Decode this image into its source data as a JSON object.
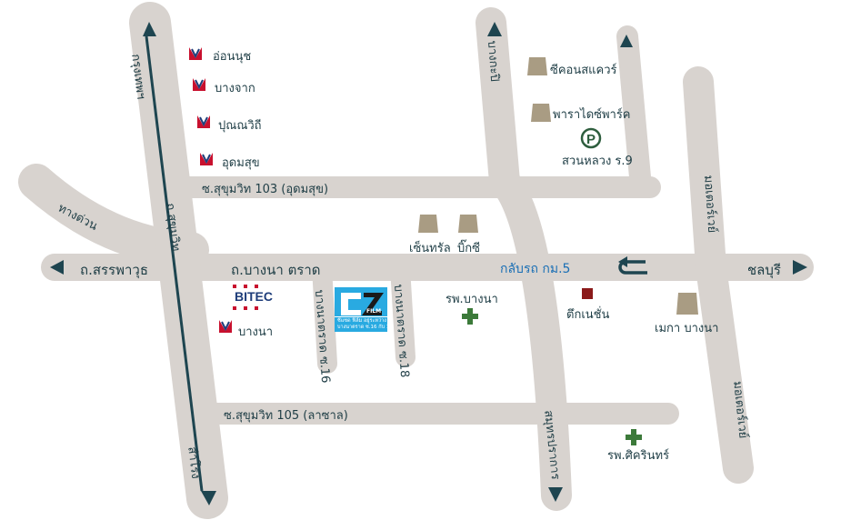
{
  "colors": {
    "road": "#d8d3cf",
    "dark": "#1e4550",
    "accent_blue": "#1a6fb5",
    "hospital": "#3c7a3a",
    "parking": "#2e5e3e",
    "bag": "#a99c83",
    "landmark": "#8b1a1a",
    "cz_blue": "#29aae1"
  },
  "roads": {
    "sukhumvit": "ถ.สุขุมวิท",
    "sanphawut": "ถ.สรรพาวุธ",
    "bangna_trad": "ถ.บางนา ตราด",
    "expressway": "ทางด่วน",
    "soi103": "ซ.สุขุมวิท 103 (อุดมสุข)",
    "soi105": "ซ.สุขุมวิท 105 (ลาซาล)",
    "bangna_soi16": "บางนาตราด ซ.16",
    "bangna_soi18": "บางนาตราด ซ.18",
    "bangkapi": "บางกะปิ",
    "samutprakan": "สมุทรปราการ",
    "motorway1": "มอเตอร์เวย์",
    "motorway2": "มอเตอร์เวย์",
    "uturn": "กลับรถ กม.5",
    "chonburi": "ชลบุรี",
    "krungthep": "กรุงเทพฯ",
    "samrong": "สำโรง"
  },
  "bts_stations": [
    "อ่อนนุช",
    "บางจาก",
    "ปุณณวิถี",
    "อุดมสุข",
    "บางนา"
  ],
  "shops": [
    "ซีคอนสแควร์",
    "พาราไดซ์พาร์ค",
    "เซ็นทรัล",
    "บิ๊กซี",
    "เมกา บางนา"
  ],
  "parking": {
    "label": "สวนหลวง ร.9",
    "symbol": "P"
  },
  "hospitals": [
    "รพ.บางนา",
    "รพ.ศิครินทร์"
  ],
  "landmark": "ตึกเนชั่น",
  "bitec": "BITEC",
  "cz": {
    "logo": "CZ",
    "sub": "FILM",
    "desc1": "ซีแซด ฟิล์ม อยู่ระหว่าง",
    "desc2": "บางนาตราด ซ.16 กับ 18"
  }
}
